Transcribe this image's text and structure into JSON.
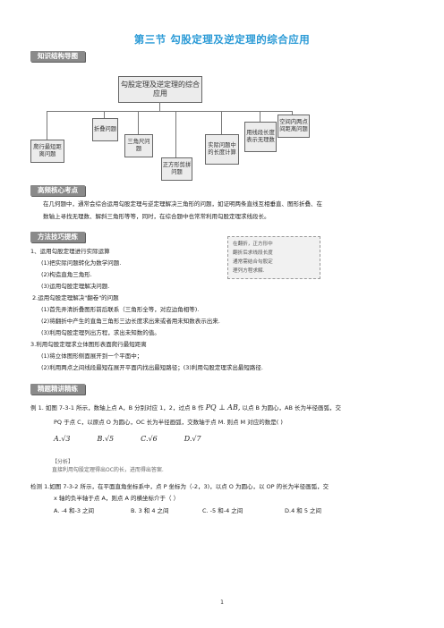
{
  "page_title": "第三节 勾股定理及逆定理的综合应用",
  "sections": {
    "knowledge_map": "知识结构导图",
    "key_points": "高频核心考点",
    "methods": "方法技巧提炼",
    "examples": "精题精讲精练"
  },
  "diagram": {
    "root": "勾股定理及逆定理的综合应用",
    "branches": [
      "爬行最短距离问题",
      "折叠问题",
      "三角尺问题",
      "正方形剪拼问题",
      "实际问题中的长度计算",
      "用线段长度表示无理数",
      "空间内两点间距离问题"
    ]
  },
  "key_points_text": [
    "在几何题中，通常会综合运用勾股定理与逆定理解决三角形的问题，如证明两条直线互相垂直、图形折叠、在",
    "数轴上寻找无理数、解斜三角形等等，同时，在综合题中也常常利用勾股定理求线段长。"
  ],
  "methods_list": [
    "1、运用勾股定理进行实际运算",
    "(1)把实际问题转化为数学问题.",
    "(2)构造直角三角形.",
    "(3)运用勾股定理解决问题.",
    "2.运用勾股定理解决\"翻卷\"的问题",
    "(1)首先弄清折叠图形前后联系（三角形全等，对应边角相等).",
    "(2)将翻折中产生的直角三角形三边长度求出来或者用未知数表示出来.",
    "(3)利用勾股定理列出方程，求出未知数的值。",
    "3.利用勾股定理求立体图形表面爬行最短距离",
    "(1)将立体图形侧面展开到一个平面中；",
    "(2)利用两点之间线段最短在展开平面内找出最短路径；(3)利用勾股定理求出最短路径."
  ],
  "side_note": [
    "在翻折，正方形中",
    "翻折后求线段长度",
    "通常需结合勾股定",
    "理列方程求解."
  ],
  "example1": {
    "line1_a": "例 1. 如图 7-3-1 所示，数轴上点 A，B 分别对应 1，2，过点 B 作",
    "math_inline": "PQ ⊥ AB,",
    "line1_b": "以点 B 为圆心，AB 长为半径画弧，交",
    "line2": "PQ 于点 C，以原点 O 为圆心，OC 长为半径画弧，交数轴于点 M. 则点 M 对应的数是(      )",
    "options": [
      "A.√3",
      "B.√5",
      "C.√6",
      "D.√7"
    ]
  },
  "analysis": {
    "label": "【分析】",
    "text": "直接利用勾股定理得出OC的长，进而得出答案."
  },
  "exercise1": {
    "line1": "检测 1.如图 7-3-2 所示，在平面直角坐标系中，点 P 坐标为（-2，3)，以点 O 为圆心，以 OP 的长为半径画弧，交",
    "line2": "x 轴的负半轴于点 A，则点 A 的横坐标介于（      ）",
    "options": [
      "A.  -4 和-3 之间",
      "B. 3 和 4 之间",
      "C.   -5 和-4 之间",
      "D.4 和 5 之间"
    ]
  },
  "page_number": "1"
}
